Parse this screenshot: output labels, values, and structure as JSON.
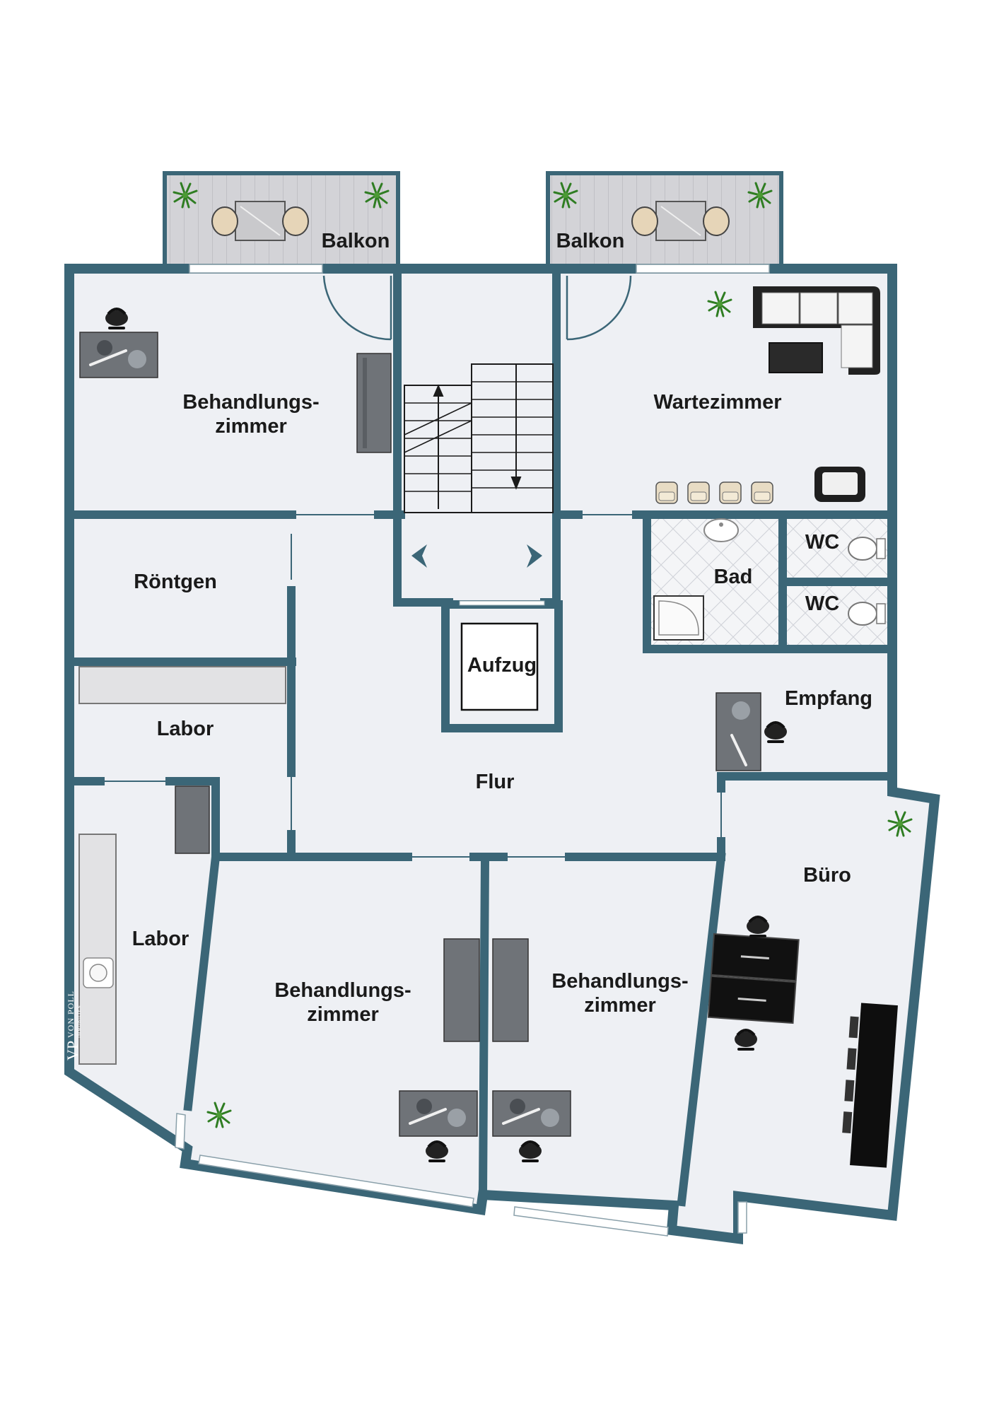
{
  "rooms": {
    "balkon_left": "Balkon",
    "balkon_right": "Balkon",
    "behandlung_top_l1": "Behandlungs-",
    "behandlung_top_l2": "zimmer",
    "wartezimmer": "Wartezimmer",
    "roentgen": "Röntgen",
    "labor_upper": "Labor",
    "labor_lower": "Labor",
    "bad": "Bad",
    "wc_1": "WC",
    "wc_2": "WC",
    "aufzug": "Aufzug",
    "empfang": "Empfang",
    "flur": "Flur",
    "buero": "Büro",
    "behandlung_bl_l1": "Behandlungs-",
    "behandlung_bl_l2": "zimmer",
    "behandlung_br_l1": "Behandlungs-",
    "behandlung_br_l2": "zimmer"
  },
  "logo": {
    "mark": "VP",
    "name": "VON POLL",
    "sub": "IMMOBILIEN"
  },
  "colors": {
    "wall": "#3b6677",
    "floor": "#eef0f4",
    "balcony_deck": "#d2d2d6",
    "tile_line": "#c9ccd2",
    "window": "#ffffff",
    "plant": "#3e8a2c"
  }
}
